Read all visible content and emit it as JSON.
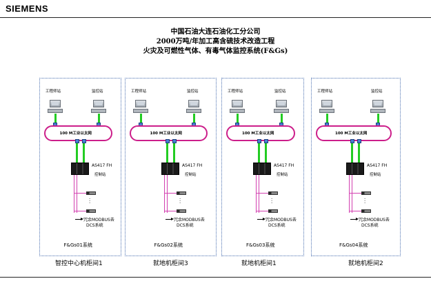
{
  "header": {
    "logo": "SIEMENS",
    "title_line1": "中国石油大连石油化工分公司",
    "title_line2": "2000万吨/年加工高含硫技术改造工程",
    "title_line3": "火灾及可燃性气体、有毒气体监控系统(F&Gs)"
  },
  "panels": [
    {
      "workstation_label": "工程师站",
      "monitor_label": "监控站",
      "network_label": "100 M工业以太网",
      "controller_model": "AS417 FH",
      "controller_label": "控制站",
      "modbus_label_line1": "冗余MODBUS去",
      "modbus_label_line2": "DCS系统",
      "system_name": "F&Gs01系统",
      "room": "智控中心机柜间1"
    },
    {
      "workstation_label": "工程师站",
      "monitor_label": "监控站",
      "network_label": "100 M工业以太网",
      "controller_model": "AS417 FH",
      "controller_label": "控制站",
      "modbus_label_line1": "冗余MODBUS去",
      "modbus_label_line2": "DCS系统",
      "system_name": "F&Gs02系统",
      "room": "就地机柜间3"
    },
    {
      "workstation_label": "工程师站",
      "monitor_label": "监控站",
      "network_label": "100 M工业以太网",
      "controller_model": "AS417 FH",
      "controller_label": "控制站",
      "modbus_label_line1": "冗余MODBUS去",
      "modbus_label_line2": "DCS系统",
      "system_name": "F&Gs03系统",
      "room": "就地机柜间1"
    },
    {
      "workstation_label": "工程师站",
      "monitor_label": "监控站",
      "network_label": "100 M工业以太网",
      "controller_model": "AS417 FH",
      "controller_label": "控制站",
      "modbus_label_line1": "冗余MODBUS去",
      "modbus_label_line2": "DCS系统",
      "system_name": "F&Gs04系统",
      "room": "就地机柜间2"
    }
  ],
  "colors": {
    "ring": "#cc1e8a",
    "link": "#22cc22",
    "panel_border": "#4a6fb0"
  }
}
